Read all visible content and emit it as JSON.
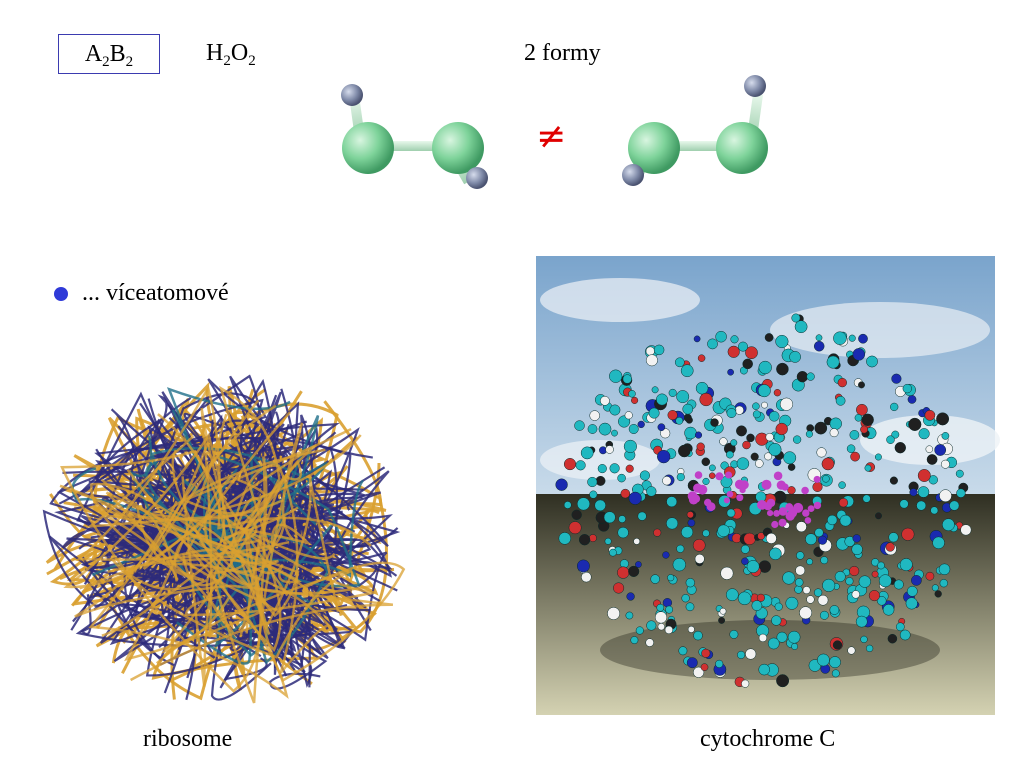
{
  "formula_general": {
    "main": "A",
    "sub1": "2",
    "main2": "B",
    "sub2": "2"
  },
  "formula_h2o2": {
    "main": "H",
    "sub1": "2",
    "main2": "O",
    "sub2": "2"
  },
  "forms_label": "2 formy",
  "neq_symbol": "≠",
  "bullet_text": "... víceatomové",
  "caption_left": "ribosome",
  "caption_right": "cytochrome C",
  "colors": {
    "atom_green": "#7ed39a",
    "atom_grey": "#7f8aa8",
    "bond": "#bfe8c8",
    "neq_red": "#e00000",
    "bullet_blue": "#2f3ad8",
    "ribosome_blue": "#2d2a7a",
    "ribosome_gold": "#d9a030",
    "ribosome_teal": "#1f6f8a",
    "cyto_cyan": "#20b8c0",
    "cyto_red": "#d03030",
    "cyto_white": "#f2f2f2",
    "cyto_blue": "#1a2ab0",
    "cyto_magenta": "#c040c8",
    "sky_top": "#8fb2d6",
    "sky_cloud": "#e8eef4",
    "floor_top": "#3a3a2a",
    "floor_bottom": "#d8d8b8"
  }
}
